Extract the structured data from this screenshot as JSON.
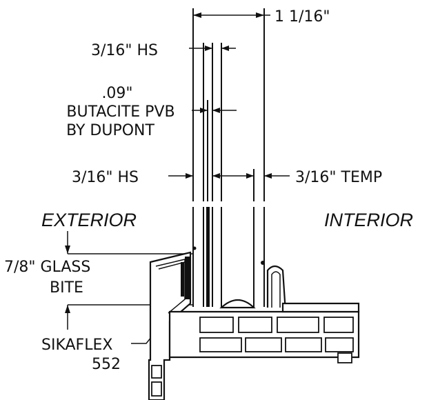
{
  "labels": {
    "overall_dim": "1 1/16\"",
    "outer_pane": "3/16\" HS",
    "interlayer_thickness": ".09\"",
    "interlayer_name": "BUTACITE PVB",
    "interlayer_maker": "BY DUPONT",
    "middle_pane": "3/16\" HS",
    "inner_pane": "3/16\" TEMP",
    "exterior": "EXTERIOR",
    "interior": "INTERIOR",
    "glass_bite_1": "7/8\" GLASS",
    "glass_bite_2": "BITE",
    "sealant_1": "SIKAFLEX",
    "sealant_2": "552"
  },
  "colors": {
    "ink": "#111111",
    "background": "#ffffff"
  }
}
